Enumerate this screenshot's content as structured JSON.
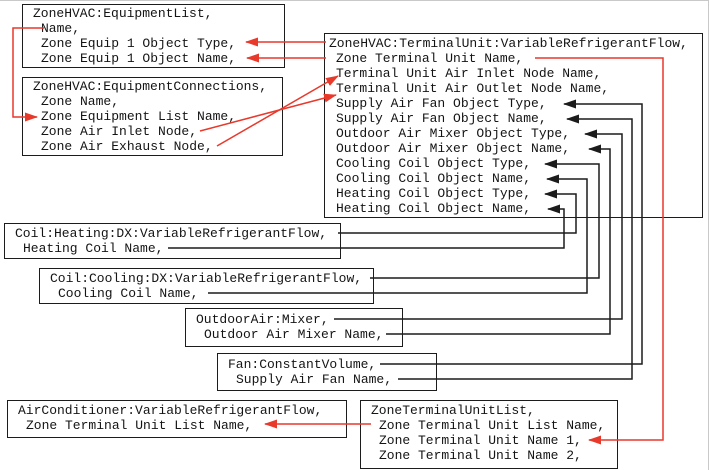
{
  "colors": {
    "line_black": "#1c1c1c",
    "line_red": "#e8392b",
    "box_border": "#1c1c1c",
    "background": "#ffffff"
  },
  "boxes": {
    "equipment_list": {
      "title": "ZoneHVAC:EquipmentList,",
      "fields": [
        "Name,",
        "Zone Equip 1 Object Type,",
        "Zone Equip 1 Object Name,"
      ]
    },
    "equipment_connections": {
      "title": "ZoneHVAC:EquipmentConnections,",
      "fields": [
        "Zone Name,",
        "Zone Equipment List Name,",
        "Zone Air Inlet Node,",
        "Zone Air Exhaust Node,"
      ]
    },
    "terminal_unit": {
      "title": "ZoneHVAC:TerminalUnit:VariableRefrigerantFlow,",
      "fields": [
        "Zone Terminal Unit Name,",
        "Terminal Unit Air Inlet Node Name,",
        "Terminal Unit Air Outlet Node Name,",
        "Supply Air Fan Object Type,",
        "Supply Air Fan Object Name,",
        "Outdoor Air Mixer Object Type,",
        "Outdoor Air Mixer Object Name,",
        "Cooling Coil Object Type,",
        "Cooling Coil Object Name,",
        "Heating Coil Object Type,",
        "Heating Coil Object Name,"
      ]
    },
    "heating_coil": {
      "title": "Coil:Heating:DX:VariableRefrigerantFlow,",
      "fields": [
        "Heating Coil Name,"
      ]
    },
    "cooling_coil": {
      "title": "Coil:Cooling:DX:VariableRefrigerantFlow,",
      "fields": [
        "Cooling Coil Name,"
      ]
    },
    "oa_mixer": {
      "title": "OutdoorAir:Mixer,",
      "fields": [
        "Outdoor Air Mixer Name,"
      ]
    },
    "fan": {
      "title": "Fan:ConstantVolume,",
      "fields": [
        "Supply Air Fan Name,"
      ]
    },
    "air_conditioner": {
      "title": "AirConditioner:VariableRefrigerantFlow,",
      "fields": [
        "Zone Terminal Unit List Name,"
      ]
    },
    "ztu_list": {
      "title": "ZoneTerminalUnitList,",
      "fields": [
        "Zone Terminal Unit List Name,",
        "Zone Terminal Unit Name 1,",
        "Zone Terminal Unit Name 2,"
      ]
    }
  },
  "connections": [
    {
      "color": "red",
      "from": "ZoneHVAC:EquipmentList / Name",
      "to": "ZoneHVAC:EquipmentConnections / Zone Equipment List Name"
    },
    {
      "color": "red",
      "from": "ZoneHVAC:TerminalUnit:VariableRefrigerantFlow (class)",
      "to": "ZoneHVAC:EquipmentList / Zone Equip 1 Object Type"
    },
    {
      "color": "red",
      "from": "ZoneHVAC:TerminalUnit / Zone Terminal Unit Name",
      "to": "ZoneHVAC:EquipmentList / Zone Equip 1 Object Name"
    },
    {
      "color": "red",
      "from": "ZoneHVAC:EquipmentConnections / Zone Air Exhaust Node",
      "to": "ZoneHVAC:TerminalUnit / Terminal Unit Air Inlet Node Name"
    },
    {
      "color": "red",
      "from": "ZoneHVAC:EquipmentConnections / Zone Air Inlet Node",
      "to": "ZoneHVAC:TerminalUnit / Terminal Unit Air Outlet Node Name"
    },
    {
      "color": "red",
      "from": "ZoneHVAC:TerminalUnit / Zone Terminal Unit Name",
      "to": "ZoneTerminalUnitList / Zone Terminal Unit Name 1"
    },
    {
      "color": "red",
      "from": "ZoneTerminalUnitList / Zone Terminal Unit List Name",
      "to": "AirConditioner:VariableRefrigerantFlow / Zone Terminal Unit List Name"
    },
    {
      "color": "black",
      "from": "Fan:ConstantVolume (class)",
      "to": "ZoneHVAC:TerminalUnit / Supply Air Fan Object Type"
    },
    {
      "color": "black",
      "from": "Fan:ConstantVolume / Supply Air Fan Name",
      "to": "ZoneHVAC:TerminalUnit / Supply Air Fan Object Name"
    },
    {
      "color": "black",
      "from": "OutdoorAir:Mixer (class)",
      "to": "ZoneHVAC:TerminalUnit / Outdoor Air Mixer Object Type"
    },
    {
      "color": "black",
      "from": "OutdoorAir:Mixer / Outdoor Air Mixer Name",
      "to": "ZoneHVAC:TerminalUnit / Outdoor Air Mixer Object Name"
    },
    {
      "color": "black",
      "from": "Coil:Cooling:DX:VariableRefrigerantFlow (class)",
      "to": "ZoneHVAC:TerminalUnit / Cooling Coil Object Type"
    },
    {
      "color": "black",
      "from": "Coil:Cooling:DX / Cooling Coil Name",
      "to": "ZoneHVAC:TerminalUnit / Cooling Coil Object Name"
    },
    {
      "color": "black",
      "from": "Coil:Heating:DX:VariableRefrigerantFlow (class)",
      "to": "ZoneHVAC:TerminalUnit / Heating Coil Object Type"
    },
    {
      "color": "black",
      "from": "Coil:Heating:DX / Heating Coil Name",
      "to": "ZoneHVAC:TerminalUnit / Heating Coil Object Name"
    }
  ]
}
